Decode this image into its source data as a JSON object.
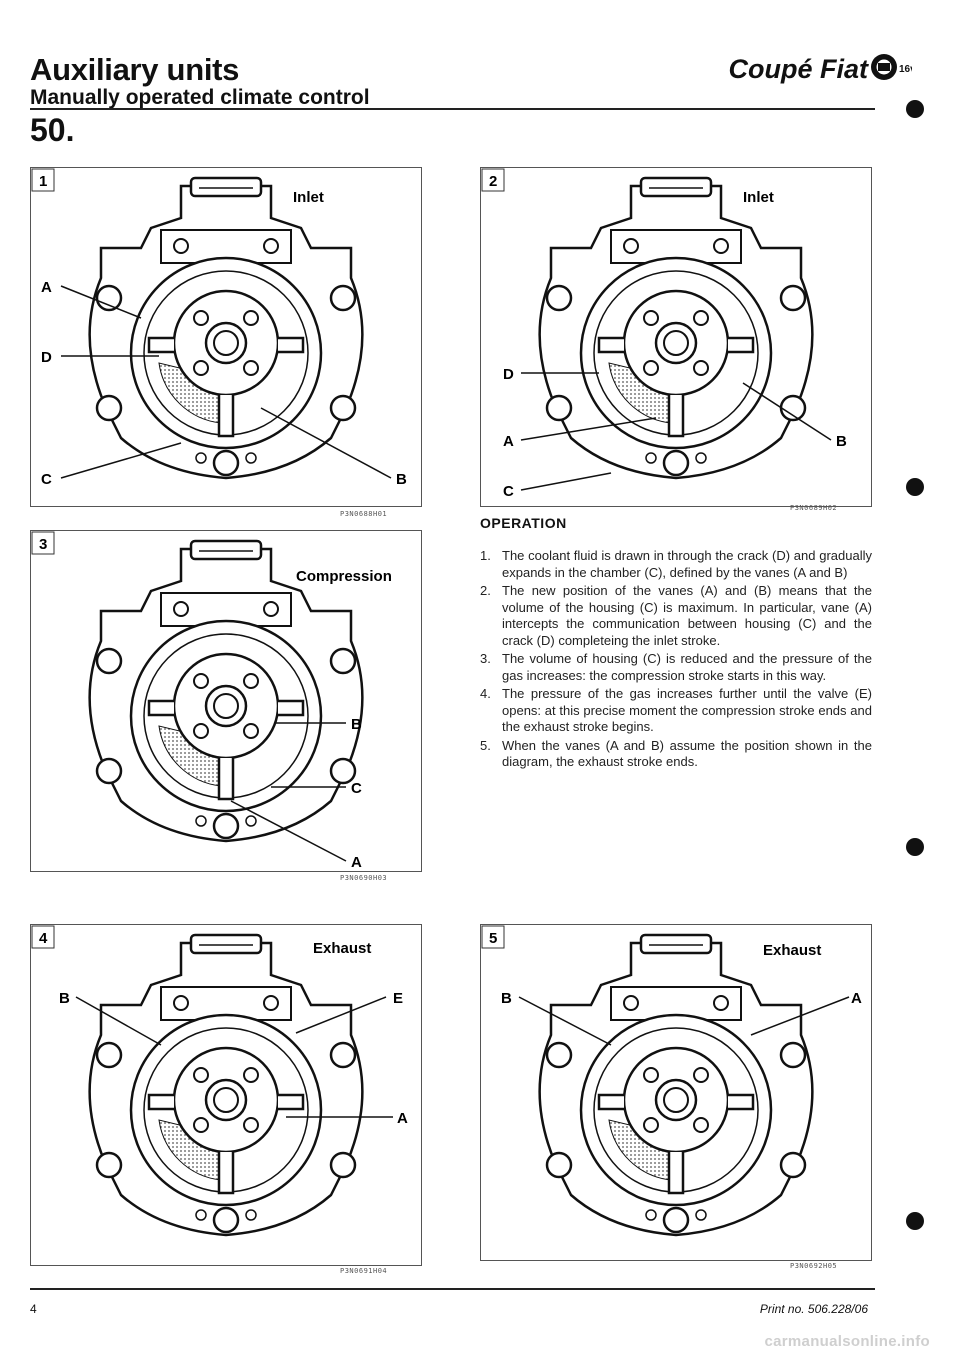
{
  "header": {
    "title": "Auxiliary units",
    "subtitle": "Manually operated climate control",
    "brand": "Coupé Fiat",
    "engine_badge": "16v",
    "section": "50."
  },
  "figures": [
    {
      "num": "1",
      "title": "Inlet",
      "code": "P3N0688H01",
      "labels": [
        "A",
        "D",
        "C",
        "B"
      ]
    },
    {
      "num": "2",
      "title": "Inlet",
      "code": "P3N0689H02",
      "labels": [
        "D",
        "A",
        "C",
        "B"
      ]
    },
    {
      "num": "3",
      "title": "Compression",
      "code": "P3N0690H03",
      "labels": [
        "B",
        "C",
        "A"
      ]
    },
    {
      "num": "4",
      "title": "Exhaust",
      "code": "P3N0691H04",
      "labels": [
        "B",
        "E",
        "A"
      ]
    },
    {
      "num": "5",
      "title": "Exhaust",
      "code": "P3N0692H05",
      "labels": [
        "B",
        "A"
      ]
    }
  ],
  "operation": {
    "title": "OPERATION",
    "steps": [
      {
        "n": "1.",
        "text": "The coolant fluid is drawn in through the crack (D) and gradually expands in the chamber (C), defined by the vanes (A and B)"
      },
      {
        "n": "2.",
        "text": "The new position of the vanes (A) and (B) means that the volume of the housing (C) is maximum. In particular, vane (A) intercepts the communication between housing (C) and the crack (D) completeing the inlet stroke."
      },
      {
        "n": "3.",
        "text": "The volume of housing (C) is reduced and the pressure of the gas increases: the compression stroke starts in this way."
      },
      {
        "n": "4.",
        "text": "The pressure of the gas increases further until the valve (E) opens: at this precise moment the compression stroke ends and the exhaust stroke begins."
      },
      {
        "n": "5.",
        "text": "When the vanes (A and B) assume the position shown in the diagram, the exhaust stroke ends."
      }
    ]
  },
  "footer": {
    "page": "4",
    "print_number": "Print no. 506.228/06"
  },
  "watermark": "carmanualsonline.info"
}
